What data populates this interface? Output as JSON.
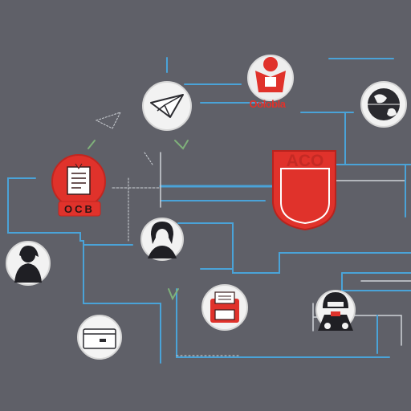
{
  "colors": {
    "background": "#5f6068",
    "connector_blue": "#4aa3d8",
    "connector_white": "#cfd3d8",
    "accent_red": "#e0322b",
    "node_fill": "#f2f2f2",
    "node_dark": "#1f1f24",
    "sketch_green": "#7fb07a"
  },
  "nodes": [
    {
      "id": "document-node",
      "icon": "document-icon",
      "label": "OCB"
    },
    {
      "id": "person-node-left",
      "icon": "person-icon",
      "label": ""
    },
    {
      "id": "paper-plane-node",
      "icon": "paper-plane-icon",
      "label": ""
    },
    {
      "id": "person-node-center",
      "icon": "person-icon",
      "label": ""
    },
    {
      "id": "card-node",
      "icon": "card-icon",
      "label": ""
    },
    {
      "id": "logo-node-top",
      "icon": "logo-icon",
      "label": "Oolobla"
    },
    {
      "id": "shield-node",
      "icon": "shield-icon",
      "label": "ACO"
    },
    {
      "id": "printer-node",
      "icon": "printer-icon",
      "label": ""
    },
    {
      "id": "robot-node",
      "icon": "robot-icon",
      "label": ""
    },
    {
      "id": "globe-node",
      "icon": "globe-icon",
      "label": ""
    }
  ]
}
